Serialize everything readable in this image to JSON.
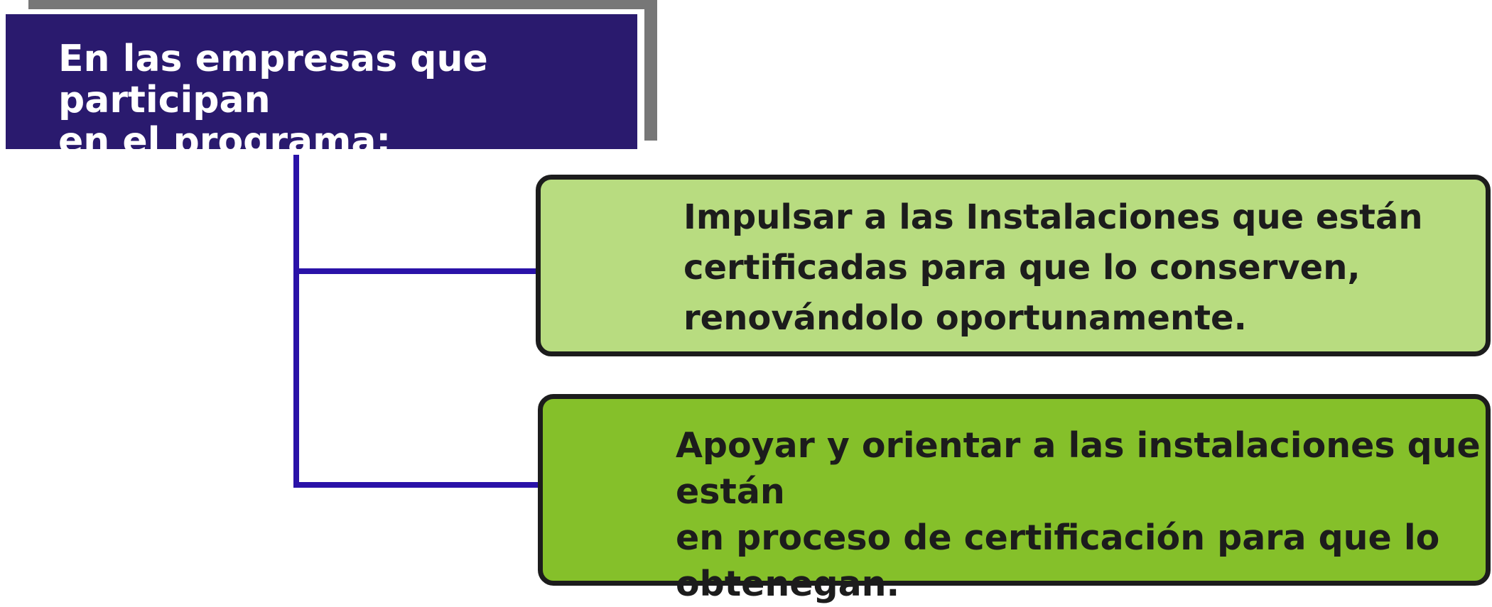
{
  "header": {
    "title_line1": "En las empresas que participan",
    "title_line2": "en el programa:"
  },
  "items": [
    {
      "lines": [
        "Impulsar a las Instalaciones que están",
        "certificadas para que lo conserven,",
        "renovándolo oportunamente."
      ]
    },
    {
      "lines": [
        "Apoyar y orientar a las instalaciones que están",
        "en proceso de certificación para que lo",
        "obtenegan."
      ]
    }
  ],
  "colors": {
    "header_bg": "#2a1a6e",
    "header_shadow": "#777777",
    "connector": "#2a12a8",
    "card1_bg": "#b8dc80",
    "card2_bg": "#85c02a",
    "border": "#1c1c1c"
  }
}
